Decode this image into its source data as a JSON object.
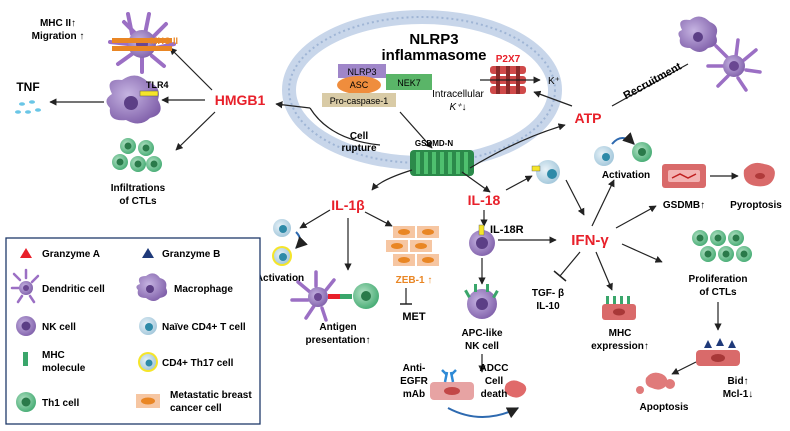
{
  "nlrp3": {
    "title_line1": "NLRP3",
    "title_line2": "inflammasome",
    "box_nlrp3": "NLRP3",
    "box_asc": "ASC",
    "box_nek7": "NEK7",
    "box_procaspase": "Pro-caspase-1",
    "p2x7": "P2X7",
    "k_plus": "K⁺",
    "intracellular_line1": "Intracellular",
    "intracellular_line2": "K⁺↓",
    "gsdmd": "GSDMD-N",
    "cell_rupture_line1": "Cell",
    "cell_rupture_line2": "rupture"
  },
  "left": {
    "mhc_line1": "MHC II↑",
    "mhc_line2": "Migration ↑",
    "mhc_label": "MHC II",
    "tnf": "TNF",
    "tlr4": "TLR4",
    "hmgb1": "HMGB1",
    "ctl_line1": "Infiltrations",
    "ctl_line2": "of CTLs"
  },
  "right": {
    "atp": "ATP",
    "recruitment": "Recruitment",
    "activation": "Activation",
    "ifn": "IFN-γ",
    "gsdmb": "GSDMB↑",
    "pyroptosis": "Pyroptosis",
    "prolif_line1": "Proliferation",
    "prolif_line2": "of CTLs",
    "bid": "Bid↑",
    "mcl": "Mcl-1↓",
    "apoptosis": "Apoptosis",
    "mhc_expr_line1": "MHC",
    "mhc_expr_line2": "expression↑",
    "tgf": "TGF- β",
    "il10": "IL-10"
  },
  "middle": {
    "il1b": "IL-1β",
    "il18": "IL-18",
    "il18r": "IL-18R",
    "activation": "Activation",
    "antigen_line1": "Antigen",
    "antigen_line2": "presentation↑",
    "zeb": "ZEB-1 ↑",
    "met": "MET",
    "apc_line1": "APC-like",
    "apc_line2": "NK cell",
    "anti_line1": "Anti-",
    "anti_line2": "EGFR",
    "anti_line3": "mAb",
    "adcc_line1": "ADCC",
    "adcc_line2": "Cell",
    "adcc_line3": "death"
  },
  "legend": {
    "items": [
      {
        "label": "Granzyme A"
      },
      {
        "label": "Granzyme B"
      },
      {
        "label": "Dendritic cell"
      },
      {
        "label": "Macrophage"
      },
      {
        "label": "NK cell"
      },
      {
        "label": "Naïve CD4+ T cell"
      },
      {
        "label": "MHC"
      },
      {
        "label": "molecule"
      },
      {
        "label": "CD4+ Th17 cell"
      },
      {
        "label": "Th1 cell"
      },
      {
        "label": "Metastatic breast"
      },
      {
        "label": "cancer cell"
      }
    ]
  },
  "colors": {
    "accent_red": "#e8202a",
    "orange": "#e98624",
    "ring_blue": "#c8d6ea",
    "nk_purple": "#7b5aa6",
    "green": "#3aa66b",
    "cancer_pink": "#d96a6a"
  }
}
